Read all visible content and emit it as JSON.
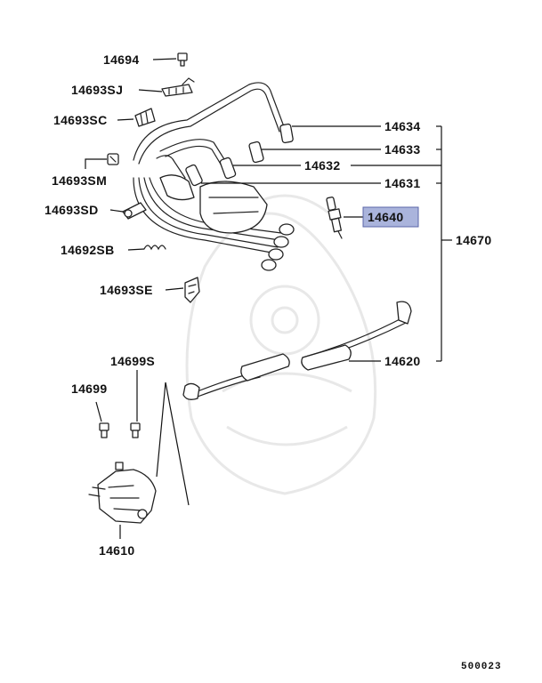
{
  "parts": {
    "p14694": "14694",
    "p14693SJ": "14693SJ",
    "p14693SC": "14693SC",
    "p14693SM": "14693SM",
    "p14693SD": "14693SD",
    "p14692SB": "14692SB",
    "p14693SE": "14693SE",
    "p14634": "14634",
    "p14633": "14633",
    "p14632": "14632",
    "p14631": "14631",
    "p14640": "14640",
    "p14670": "14670",
    "p14620": "14620",
    "p14699S": "14699S",
    "p14699": "14699",
    "p14610": "14610"
  },
  "highlighted_part": "14640",
  "colors": {
    "highlight": "#aab4dc",
    "line": "#111111"
  },
  "reference": "500023"
}
